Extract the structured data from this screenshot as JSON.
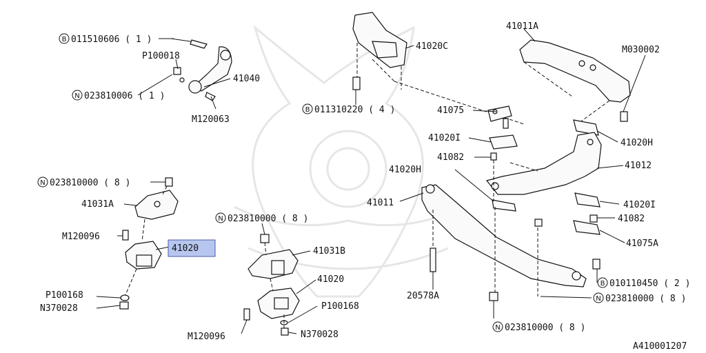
{
  "diagram": {
    "ref_code": "A410001207",
    "highlighted_part": "41020",
    "callouts": [
      {
        "id": "c-011510606",
        "prefix": "B",
        "text": "011510606 ( 1  )"
      },
      {
        "id": "c-p100018",
        "prefix": "",
        "text": "P100018"
      },
      {
        "id": "c-41040",
        "prefix": "",
        "text": "41040"
      },
      {
        "id": "c-023810006",
        "prefix": "N",
        "text": "023810006 ( 1  )"
      },
      {
        "id": "c-m120063",
        "prefix": "",
        "text": "M120063"
      },
      {
        "id": "c-41020c",
        "prefix": "",
        "text": "41020C"
      },
      {
        "id": "c-011310220",
        "prefix": "B",
        "text": "011310220 ( 4  )"
      },
      {
        "id": "c-41011a",
        "prefix": "",
        "text": "41011A"
      },
      {
        "id": "c-m030002",
        "prefix": "",
        "text": "M030002"
      },
      {
        "id": "c-41075",
        "prefix": "",
        "text": "41075"
      },
      {
        "id": "c-41020i-a",
        "prefix": "",
        "text": "41020I"
      },
      {
        "id": "c-41020h-a",
        "prefix": "",
        "text": "41020H"
      },
      {
        "id": "c-41082-a",
        "prefix": "",
        "text": "41082"
      },
      {
        "id": "c-41012",
        "prefix": "",
        "text": "41012"
      },
      {
        "id": "c-41020h-b",
        "prefix": "",
        "text": "41020H"
      },
      {
        "id": "c-023810000-a",
        "prefix": "N",
        "text": "023810000 ( 8  )"
      },
      {
        "id": "c-41031a",
        "prefix": "",
        "text": "41031A"
      },
      {
        "id": "c-41011",
        "prefix": "",
        "text": "41011"
      },
      {
        "id": "c-41020i-b",
        "prefix": "",
        "text": "41020I"
      },
      {
        "id": "c-023810000-b",
        "prefix": "N",
        "text": "023810000 ( 8  )"
      },
      {
        "id": "c-41082-b",
        "prefix": "",
        "text": "41082"
      },
      {
        "id": "c-m120096-a",
        "prefix": "",
        "text": "M120096"
      },
      {
        "id": "c-41020-main",
        "prefix": "",
        "text": "41020"
      },
      {
        "id": "c-41075a",
        "prefix": "",
        "text": "41075A"
      },
      {
        "id": "c-41031b",
        "prefix": "",
        "text": "41031B"
      },
      {
        "id": "c-010110450",
        "prefix": "B",
        "text": "010110450 ( 2  )"
      },
      {
        "id": "c-41020-b",
        "prefix": "",
        "text": "41020"
      },
      {
        "id": "c-p100168-a",
        "prefix": "",
        "text": "P100168"
      },
      {
        "id": "c-023810000-c",
        "prefix": "N",
        "text": "023810000 ( 8  )"
      },
      {
        "id": "c-20578a",
        "prefix": "",
        "text": "20578A"
      },
      {
        "id": "c-n370028-a",
        "prefix": "",
        "text": "N370028"
      },
      {
        "id": "c-p100168-b",
        "prefix": "",
        "text": "P100168"
      },
      {
        "id": "c-m120096-b",
        "prefix": "",
        "text": "M120096"
      },
      {
        "id": "c-n370028-b",
        "prefix": "",
        "text": "N370028"
      },
      {
        "id": "c-023810000-d",
        "prefix": "N",
        "text": "023810000 ( 8  )"
      }
    ]
  }
}
